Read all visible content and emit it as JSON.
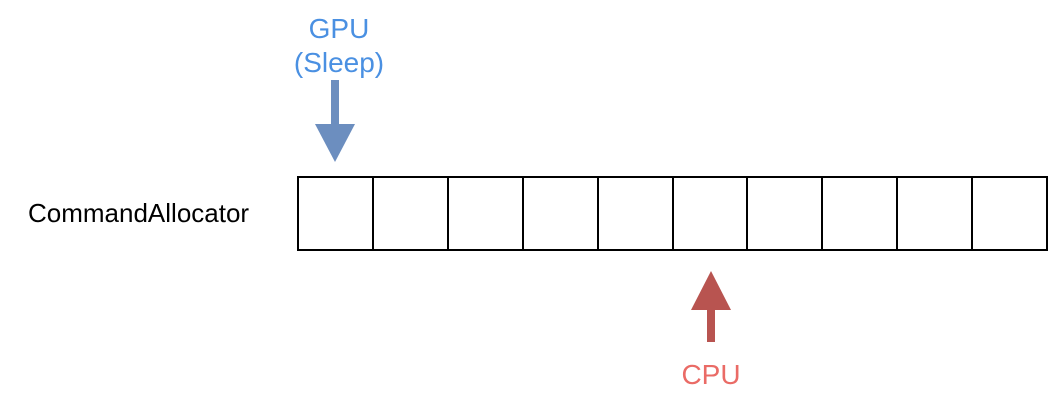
{
  "gpu": {
    "label": "GPU",
    "state": "(Sleep)",
    "color": "#4a90e2",
    "arrow_color": "#6c8ebf",
    "arrow_icon": "arrow-down-icon",
    "slot_index": 0
  },
  "buffer": {
    "label": "CommandAllocator",
    "slot_count": 10
  },
  "cpu": {
    "label": "CPU",
    "color": "#ea6b66",
    "arrow_color": "#b85450",
    "arrow_icon": "arrow-up-icon",
    "slot_index": 5
  }
}
